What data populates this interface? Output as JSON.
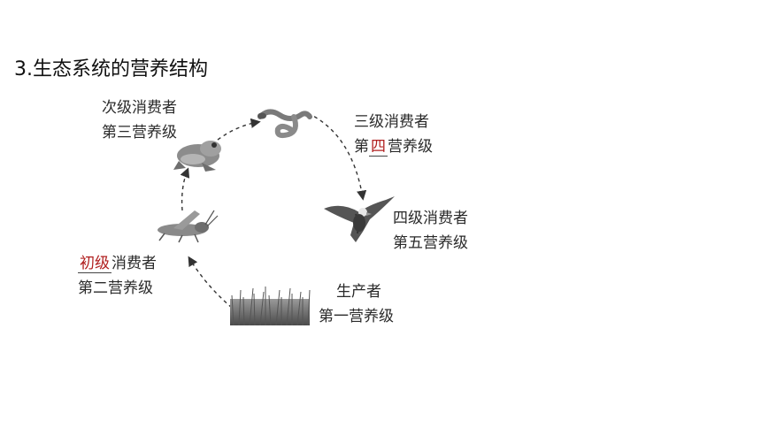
{
  "title": "3.生态系统的营养结构",
  "nodes": {
    "secondary": {
      "line1": "次级消费者",
      "line2": "第三营养级"
    },
    "tertiary": {
      "line1": "三级消费者",
      "line2_pre": "第",
      "line2_fill": "四",
      "line2_post": "营养级"
    },
    "quaternary": {
      "line1": "四级消费者",
      "line2": "第五营养级"
    },
    "primary": {
      "line1_fill": "初级",
      "line1_post": "消费者",
      "line2": "第二营养级"
    },
    "producer": {
      "line1": "生产者",
      "line2": "第一营养级"
    }
  },
  "icons": [
    "frog-icon",
    "snake-icon",
    "eagle-icon",
    "grasshopper-icon",
    "grass-icon"
  ],
  "colors": {
    "fill_text": "#b01e1e",
    "arrow": "#333333"
  }
}
